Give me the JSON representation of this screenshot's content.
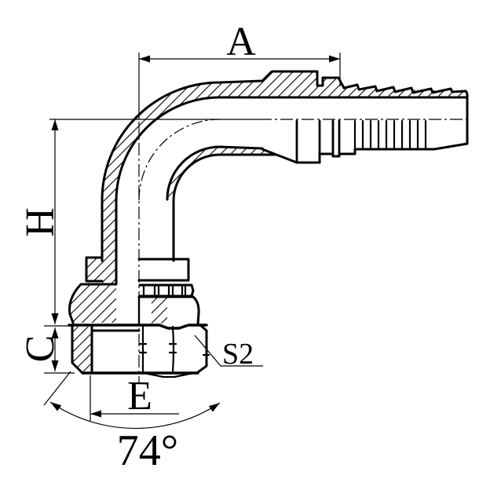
{
  "page": {
    "background": "#ffffff",
    "line_color": "#000000"
  },
  "drawing": {
    "kind": "hydraulic-fitting-90-degree-elbow-section-view",
    "labels": {
      "dim_a": "A",
      "dim_h": "H",
      "dim_c": "C",
      "dim_e": "E",
      "wrench_size": "S2",
      "seat_angle": "74°"
    }
  }
}
